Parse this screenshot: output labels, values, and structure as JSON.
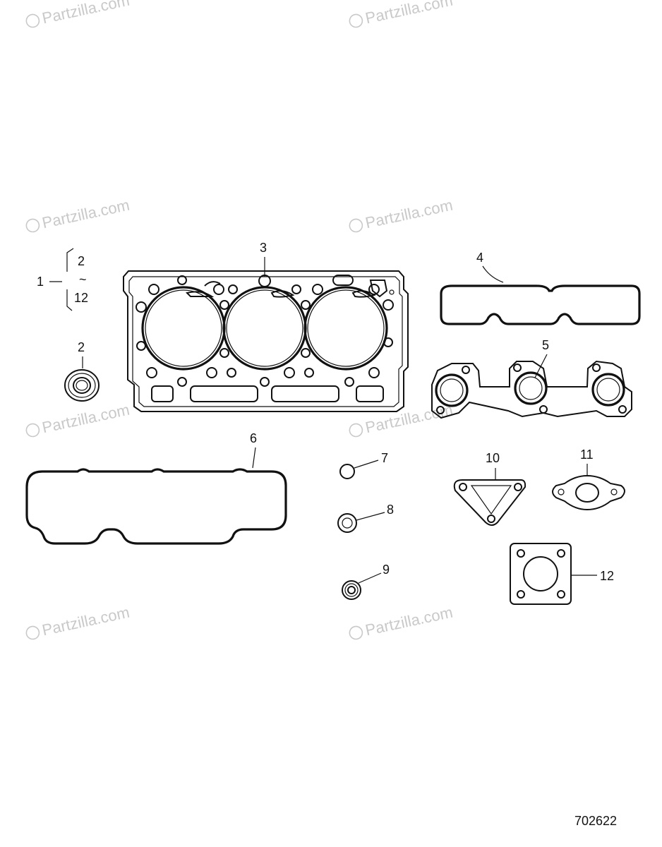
{
  "watermark": {
    "text": "Partzilla.com"
  },
  "callouts": {
    "c1": "1",
    "c2_top": "2",
    "c_range": "~",
    "c12_top": "12",
    "c2": "2",
    "c3": "3",
    "c4": "4",
    "c5": "5",
    "c6": "6",
    "c7": "7",
    "c8": "8",
    "c9": "9",
    "c10": "10",
    "c11": "11",
    "c12": "12"
  },
  "diagram_id": "702622"
}
